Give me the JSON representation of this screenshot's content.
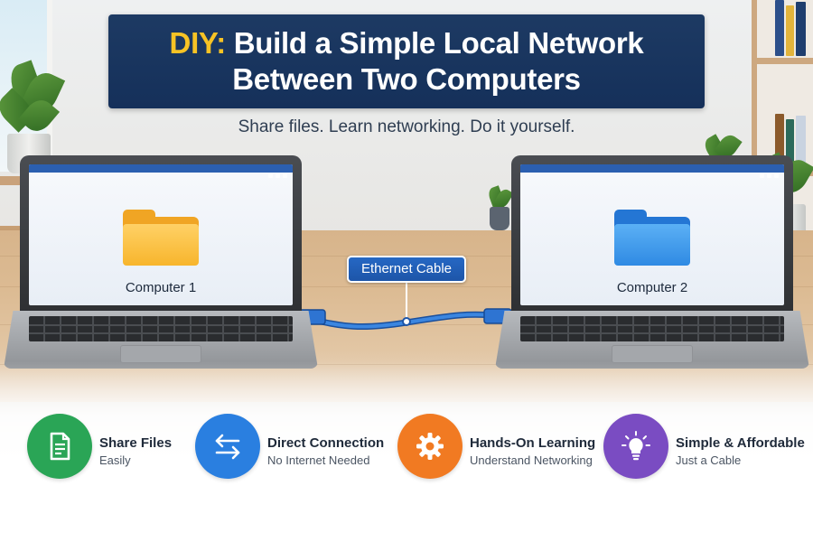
{
  "title": {
    "accent": "DIY:",
    "line1_rest": " Build a Simple Local Network",
    "line2": "Between Two Computers"
  },
  "subtitle": "Share files. Learn networking. Do it yourself.",
  "laptops": [
    {
      "label": "Computer 1",
      "folder_color": "#f7b52c",
      "folder_front": "#fcc74a"
    },
    {
      "label": "Computer 2",
      "folder_color": "#2f8ae3",
      "folder_front": "#4aa0f0"
    }
  ],
  "cable": {
    "label": "Ethernet Cable",
    "color": "#2a6fd1"
  },
  "features": [
    {
      "title": "Share Files",
      "subtitle": "Easily",
      "icon": "document-icon",
      "color": "#2aa556"
    },
    {
      "title": "Direct Connection",
      "subtitle": "No Internet Needed",
      "icon": "swap-arrows-icon",
      "color": "#2a7fe0"
    },
    {
      "title": "Hands-On Learning",
      "subtitle": "Understand Networking",
      "icon": "gear-icon",
      "color": "#f17a22"
    },
    {
      "title": "Simple & Affordable",
      "subtitle": "Just a Cable",
      "icon": "lightbulb-icon",
      "color": "#7a4cc2"
    }
  ],
  "colors": {
    "title_bg": "#1d3a63",
    "title_accent": "#f7c325"
  }
}
